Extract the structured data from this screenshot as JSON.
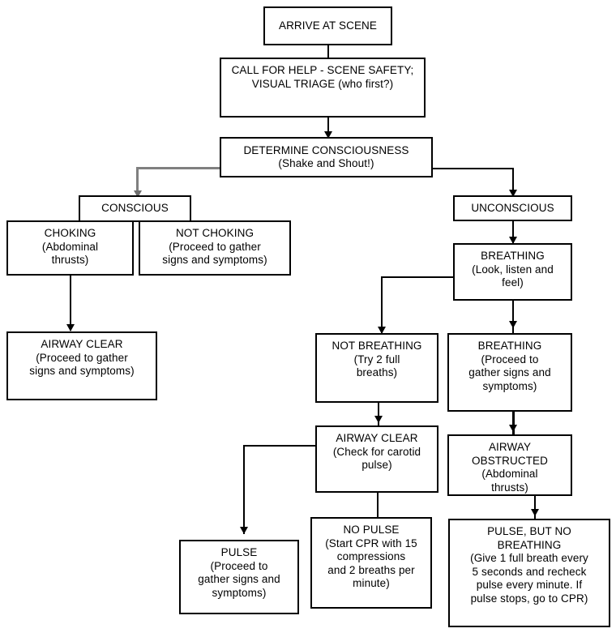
{
  "diagram": {
    "title": "Emergency Response / Basic Life Support Decision Flowchart",
    "line_color": "#000000",
    "accent_line_color": "#808080",
    "background": "#ffffff",
    "nodes": {
      "arrive_at_scene": "ARRIVE AT SCENE",
      "call_for_help": "CALL FOR HELP - SCENE SAFETY;\nVISUAL TRIAGE (who first?)",
      "determine_consciousness": "DETERMINE CONSCIOUSNESS\n(Shake and Shout!)",
      "conscious": "CONSCIOUS",
      "unconscious": "UNCONSCIOUS",
      "choking": "CHOKING\n(Abdominal\nthrusts)",
      "not_choking": "NOT CHOKING\n(Proceed to gather\nsigns and symptoms)",
      "airway_clear_left": "AIRWAY CLEAR\n(Proceed to gather\nsigns and symptoms)",
      "breathing_check": "BREATHING\n(Look, listen and\nfeel)",
      "not_breathing": "NOT BREATHING\n(Try 2 full\nbreaths)",
      "breathing_proceed": "BREATHING\n(Proceed to\ngather signs and\nsymptoms)",
      "airway_clear_mid": "AIRWAY CLEAR\n(Check for carotid\npulse)",
      "airway_obstructed": "AIRWAY\nOBSTRUCTED\n(Abdominal\nthrusts)",
      "pulse": "PULSE\n(Proceed to\ngather signs and\nsymptoms)",
      "no_pulse": "NO PULSE\n(Start CPR with 15\ncompressions\nand 2 breaths per\nminute)",
      "pulse_no_breathing": "PULSE, BUT NO\nBREATHING\n(Give 1 full breath every\n5 seconds and recheck\npulse every minute. If\npulse stops, go to CPR)"
    }
  }
}
